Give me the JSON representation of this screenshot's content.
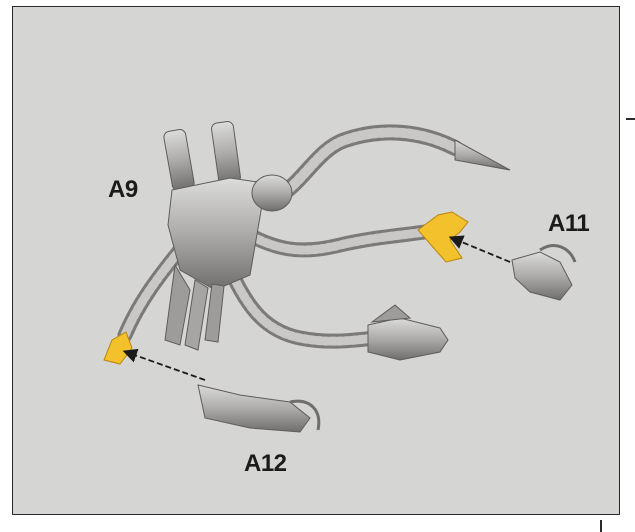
{
  "labels": {
    "a9": "A9",
    "a11": "A11",
    "a12": "A12"
  },
  "colors": {
    "background": "#d5d5d3",
    "border": "#2b2b2b",
    "metal": "#b7b6b4",
    "metal_dark": "#7b7a78",
    "highlight": "#f2c12c",
    "label": "#1b1b1b"
  }
}
